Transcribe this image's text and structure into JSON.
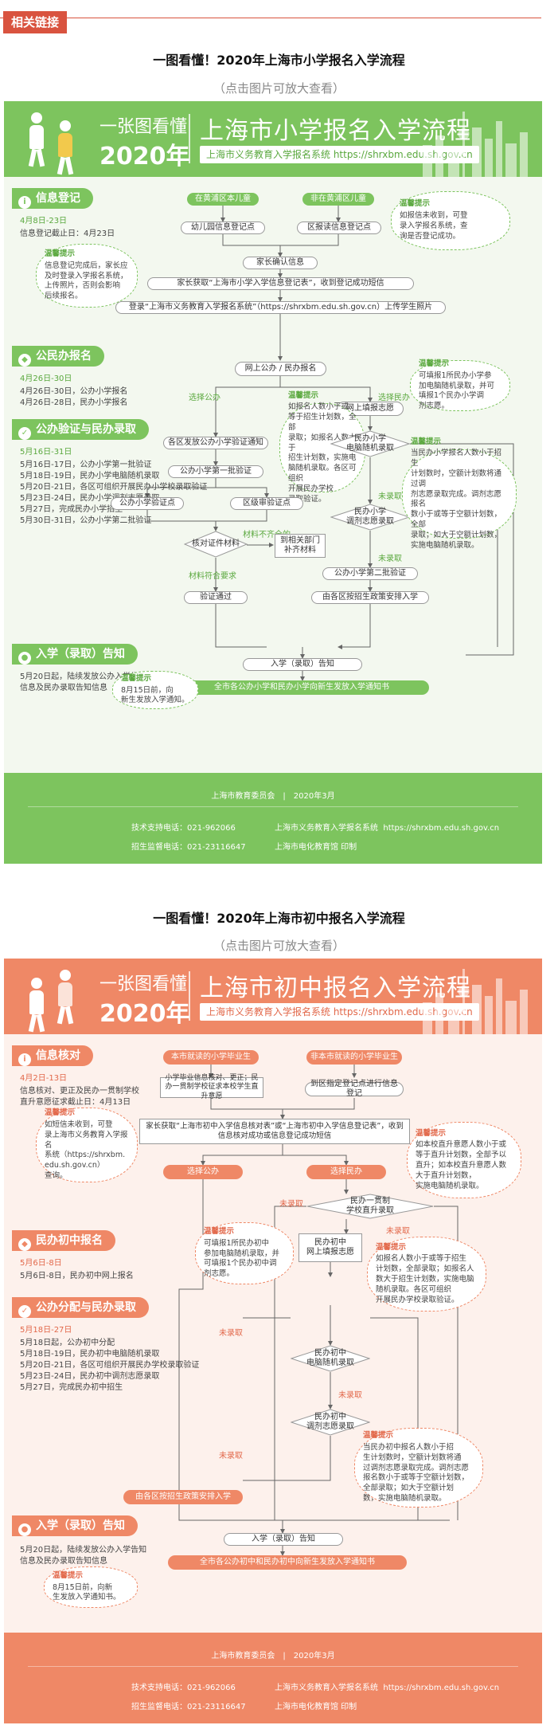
{
  "header": {
    "tag": "相关链接"
  },
  "article": {
    "title1": "一图看懂！2020年上海市小学报名入学流程",
    "title2": "一图看懂！2020年上海市初中报名入学流程",
    "hint": "（点击图片可放大查看）"
  },
  "colors": {
    "accent_red": "#d9533f",
    "green": "#7dc45e",
    "green_dark": "#5aa83e",
    "orange": "#ef8866",
    "orange_dark": "#e2684a"
  },
  "primary": {
    "banner": {
      "small": "一张图看懂",
      "year": "2020年",
      "title": "上海市小学报名入学流程",
      "sub": "上海市义务教育入学报名系统 https://shrxbm.edu.sh.gov.cn"
    },
    "sections": {
      "s1": {
        "title": "信息登记",
        "range": "4月8日-23日",
        "items": [
          "信息登记截止日：4月23日"
        ]
      },
      "s2": {
        "title": "公民办报名",
        "range": "4月26日-30日",
        "items": [
          "4月26日-30日，公办小学报名",
          "4月26日-28日，民办小学报名"
        ]
      },
      "s3": {
        "title": "公办验证与民办录取",
        "range": "5月16日-31日",
        "items": [
          "5月16日-17日，公办小学第一批验证",
          "5月18日-19日，民办小学电脑随机录取",
          "5月20日-21日，各区可组织开展民办小学校录取验证",
          "5月23日-24日，民办小学调剂志愿录取",
          "5月27日，完成民办小学招生",
          "5月30日-31日，公办小学第二批验证"
        ]
      },
      "s4": {
        "title": "入学（录取）告知",
        "items": [
          "5月20日起，陆续发放公办入学告知",
          "信息及民办录取告知信息"
        ]
      }
    },
    "flow": {
      "local": "在黄浦区本儿童",
      "nonlocal": "非在黄浦区儿童",
      "kinder": "幼儿园信息登记点",
      "district_reg": "区报读信息登记点",
      "parent_confirm": "家长确认信息",
      "get_form": "家长获取“上海市小学入学信息登记表”，收到登记成功短信",
      "system_upload": "登录“上海市义务教育入学报名系统”（https://shrxbm.edu.sh.gov.cn）上传学生照片",
      "online": "网上公办 / 民办报名",
      "choose_public": "选择公办",
      "choose_private": "选择民办",
      "online_fill": "网上填报志愿",
      "notice": "各区发放公办小学验证通知",
      "private_lottery": "民办小学\n电脑随机录取",
      "first_verify": "公办小学第一批验证",
      "verify_point1": "公办小学验证点",
      "verify_point2": "区级审验证点",
      "check": "核对证件材料",
      "incomplete": "材料不齐全的",
      "supplement": "到相关部门\n补齐材料",
      "complete": "材料符合要求",
      "verified": "验证通过",
      "adjust": "民办小学\n调剂志愿录取",
      "not_admitted": "未录取",
      "second_verify": "公办小学第二批验证",
      "assign": "由各区按招生政策安排入学",
      "admission": "入学（录取）告知",
      "final": "全市各公办小学和民办小学向新生发放入学通知书"
    },
    "tips": {
      "tip_a": {
        "t": "温馨提示",
        "b": "如报信未收到，可登\n录入学报名系统，查\n询是否登记成功。"
      },
      "tip_b": {
        "t": "温馨提示",
        "b": "信息登记完成后，家长应\n及时登录入学报名系统，\n上传照片，否则会影响\n后续报名。"
      },
      "tip_c": {
        "t": "温馨提示",
        "b": "可填报1所民办小学参\n加电脑随机录取，并可\n填报1个民办小学调\n剂志愿。"
      },
      "tip_d": {
        "t": "温馨提示",
        "b": "如报名人数小于或\n等于招生计划数，全部\n录取；如报名人数大于\n招生计划数，实施电\n脑随机录取。各区可组织\n开展民办学校\n录取验证。"
      },
      "tip_e": {
        "t": "温馨提示",
        "b": "当民办小学报名人数小于招生\n计划数时，空额计划数将通过调\n剂志愿录取完成。调剂志愿报名\n数小于或等于空额计划数，全部\n录取；如大于空额计划数，\n实施电脑随机录取。"
      },
      "tip_f": {
        "t": "温馨提示",
        "b": "8月15日前，向\n新生发放入学通知。"
      }
    },
    "footer": {
      "org": "上海市教育委员会",
      "date": "2020年3月",
      "tech_label": "技术支持电话：",
      "tech_phone": "021-962066",
      "tech_sys": "上海市义务教育入学报名系统",
      "url": "https://shrxbm.edu.sh.gov.cn",
      "sup_label": "招生监督电话：",
      "sup_phone": "021-23116647",
      "print": "上海市电化教育馆 印制"
    }
  },
  "middle": {
    "banner": {
      "small": "一张图看懂",
      "year": "2020年",
      "title": "上海市初中报名入学流程",
      "sub": "上海市义务教育入学报名系统 https://shrxbm.edu.sh.gov.cn"
    },
    "sections": {
      "s1": {
        "title": "信息核对",
        "range": "4月2日-13日",
        "items": [
          "信息核对、更正及民办一贯制学校",
          "直升意愿征求截止日：4月13日"
        ]
      },
      "s2": {
        "title": "民办初中报名",
        "range": "5月6日-8日",
        "items": [
          "5月6日-8日，民办初中网上报名"
        ]
      },
      "s3": {
        "title": "公办分配与民办录取",
        "range": "5月18日-27日",
        "items": [
          "5月18日起，公办初中分配",
          "5月18日-19日，民办初中电脑随机录取",
          "5月20日-21日，各区可组织开展民办学校录取验证",
          "5月23日-24日，民办初中调剂志愿录取",
          "5月27日，完成民办初中招生"
        ]
      },
      "s4": {
        "title": "入学（录取）告知",
        "items": [
          "5月20日起，陆续发放公办入学告知",
          "信息及民办录取告知信息"
        ]
      }
    },
    "flow": {
      "local_grad": "本市就读的小学毕业生",
      "outside_grad": "非本市就读的小学毕业生",
      "check_in": "小学毕业信息核对、更正；民办一贯制学校征求本校学生直升意愿",
      "district_check": "到区指定登记点进行信息登记",
      "get_form": "家长获取“上海市初中入学信息核对表”或“上海市初中入学信息登记表”，收到信息核对成功或信息登记成功短信",
      "choose_public": "选择公办",
      "choose_private": "选择民办",
      "straight": "民办一贯制\n学校直升录取",
      "not_admitted": "未录取",
      "online_fill": "民办初中\n网上填报志愿",
      "lottery": "民办初中\n电脑随机录取",
      "adjust": "民办初中\n调剂志愿录取",
      "assign": "由各区按招生政策安排入学",
      "admission": "入学（录取）告知",
      "final": "全市各公办初中和民办初中向新生发放入学通知书"
    },
    "tips": {
      "tip_a": {
        "t": "温馨提示",
        "b": "如短信未收到，可登\n录上海市义务教育入学报名\n系统（https://shrxbm.\nedu.sh.gov.cn）\n查询。"
      },
      "tip_b": {
        "t": "温馨提示",
        "b": "如本校直升意愿人数小于或\n等于直升计划数，全部予以\n直升；如本校直升意愿人数\n大于直升计划数，\n实施电脑随机录取。"
      },
      "tip_c": {
        "t": "温馨提示",
        "b": "可填报1所民办初中\n参加电脑随机录取，并\n可填报1个民办初中调\n剂志愿。"
      },
      "tip_d": {
        "t": "温馨提示",
        "b": "如报名人数小于或等于招生\n计划数，全部录取；如报名人\n数大于招生计划数，实施电脑\n随机录取。各区可组织\n开展民办学校录取验证。"
      },
      "tip_e": {
        "t": "温馨提示",
        "b": "当民办初中报名人数小于招\n生计划数时，空额计划数将通\n过调剂志愿录取完成。调剂志愿\n报名数小于或等于空额计划数，\n全部录取；如大于空额计划\n数，实施电脑随机录取。"
      },
      "tip_f": {
        "t": "温馨提示",
        "b": "8月15日前，向新\n生发放入学通知书。"
      }
    },
    "footer": {
      "org": "上海市教育委员会",
      "date": "2020年3月",
      "tech_label": "技术支持电话：",
      "tech_phone": "021-962066",
      "tech_sys": "上海市义务教育入学报名系统",
      "url": "https://shrxbm.edu.sh.gov.cn",
      "sup_label": "招生监督电话：",
      "sup_phone": "021-23116647",
      "print": "上海市电化教育馆 印制"
    }
  }
}
